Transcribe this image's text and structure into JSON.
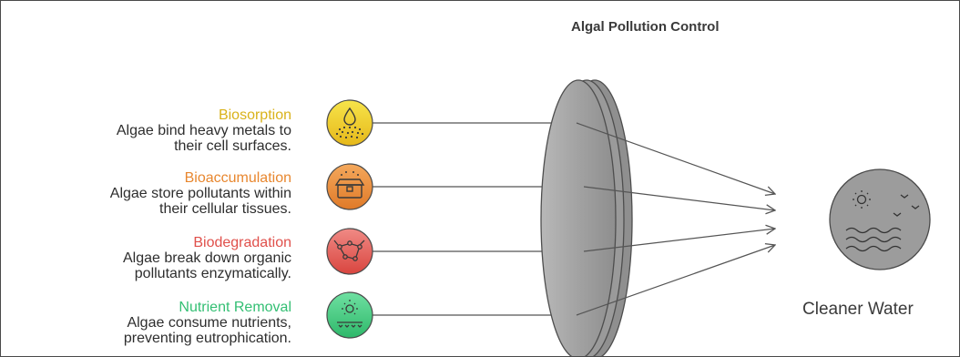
{
  "title": "Algal Pollution Control",
  "items": [
    {
      "title": "Biosorption",
      "description": "Algae bind heavy metals to their cell surfaces.",
      "line1": "Algae bind heavy metals to",
      "line2": "their cell surfaces.",
      "color": "#e8c52a",
      "icon": "water-drop-particles-icon"
    },
    {
      "title": "Bioaccumulation",
      "description": "Algae store pollutants within their cellular tissues.",
      "line1": "Algae store pollutants within",
      "line2": "their cellular tissues.",
      "color": "#ec8c3a",
      "icon": "storage-chest-icon"
    },
    {
      "title": "Biodegradation",
      "description": "Algae break down organic pollutants enzymatically.",
      "line1": "Algae break down organic",
      "line2": "pollutants enzymatically.",
      "color": "#e35a55",
      "icon": "molecule-icon"
    },
    {
      "title": "Nutrient Removal",
      "description": "Algae consume nutrients, preventing eutrophication.",
      "line1": "Algae consume nutrients,",
      "line2": "preventing eutrophication.",
      "color": "#3cc77a",
      "icon": "sun-over-water-icon"
    }
  ],
  "lens": {
    "color": "#a3a3a3",
    "icon": "lens-filter"
  },
  "result": {
    "label": "Cleaner Water",
    "color": "#9c9c9c",
    "icon": "sun-birds-waves-icon"
  }
}
